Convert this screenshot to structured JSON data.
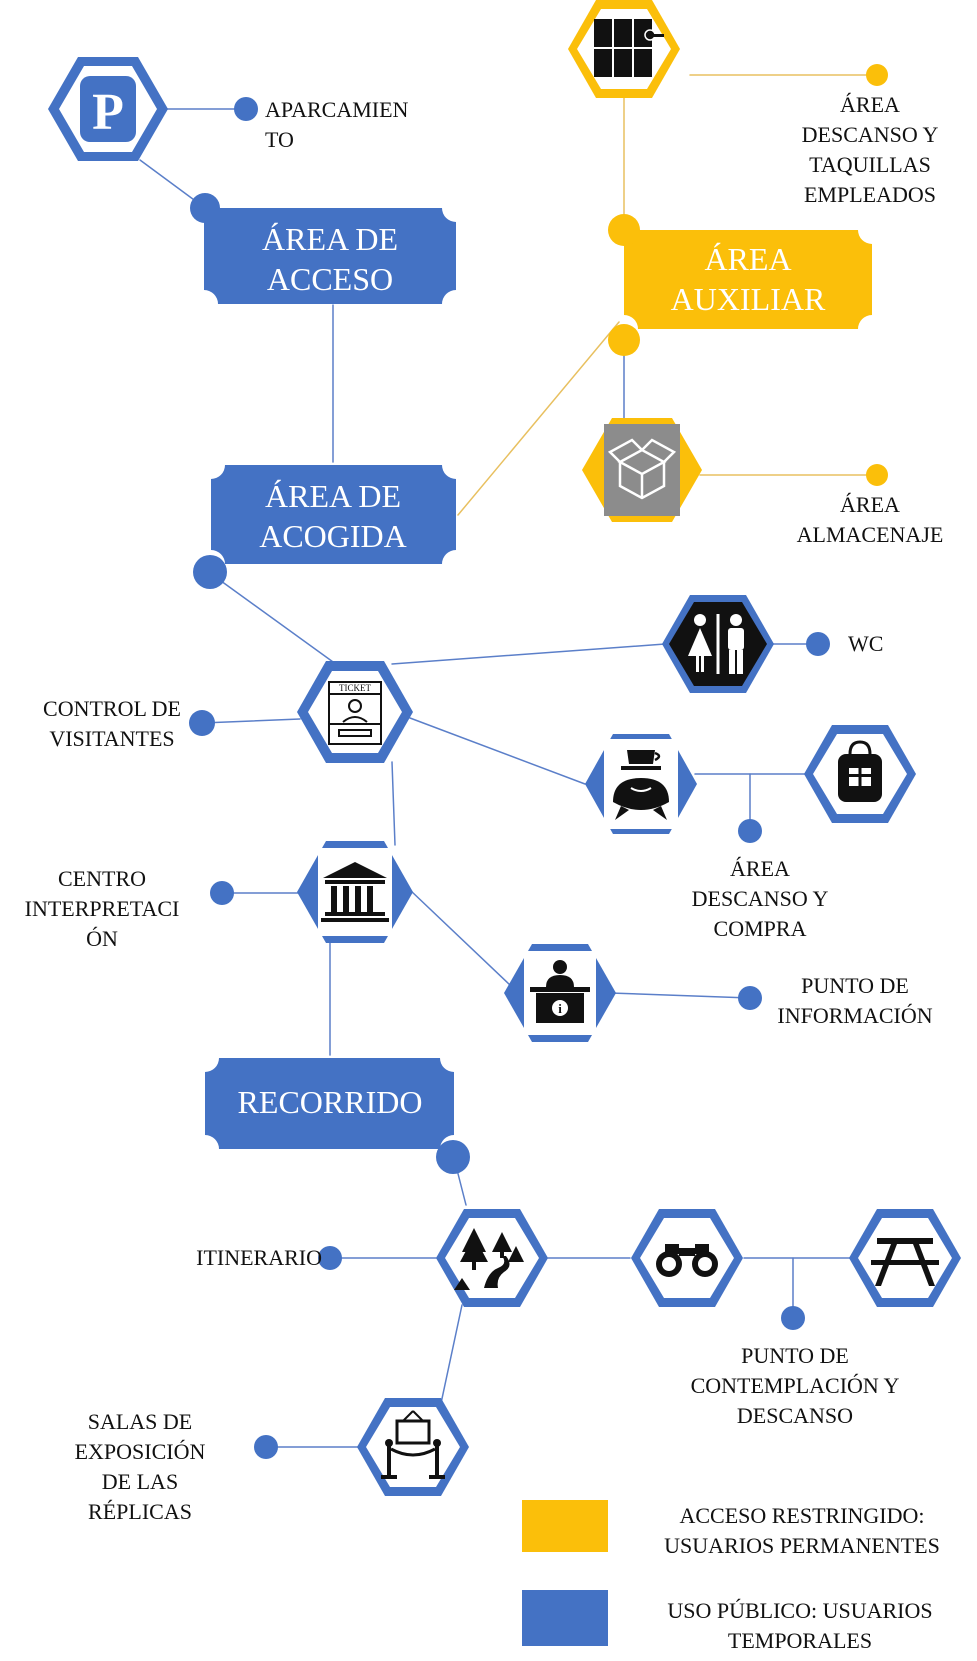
{
  "colors": {
    "blue": "#4472c4",
    "gold": "#fbbf0a",
    "gray": "#888888",
    "line_blue": "#5b7fc9",
    "line_gold": "#e8c060",
    "white": "#ffffff",
    "black": "#111111"
  },
  "areas": {
    "acceso": [
      "ÁREA DE",
      "ACCESO"
    ],
    "acogida": [
      "ÁREA DE",
      "ACOGIDA"
    ],
    "auxiliar": [
      "ÁREA",
      "AUXILIAR"
    ],
    "recorrido": [
      "RECORRIDO"
    ]
  },
  "labels": {
    "aparcamiento": [
      "APARCAMIEN",
      "TO"
    ],
    "taquillas": [
      "ÁREA",
      "DESCANSO Y",
      "TAQUILLAS",
      "EMPLEADOS"
    ],
    "almacenaje": [
      "ÁREA",
      "ALMACENAJE"
    ],
    "wc": [
      "WC"
    ],
    "control": [
      "CONTROL DE",
      "VISITANTES"
    ],
    "descanso_compra": [
      "ÁREA",
      "DESCANSO Y",
      "COMPRA"
    ],
    "centro": [
      "CENTRO",
      "INTERPRETACI",
      "ÓN"
    ],
    "punto_info": [
      "PUNTO DE",
      "INFORMACIÓN"
    ],
    "itinerario": [
      "ITINERARIO"
    ],
    "contemplacion": [
      "PUNTO DE",
      "CONTEMPLACIÓN Y",
      "DESCANSO"
    ],
    "salas": [
      "SALAS DE",
      "EXPOSICIÓN",
      "DE LAS",
      "RÉPLICAS"
    ]
  },
  "icons": {
    "parking": "parking-icon",
    "ticket_text": "TICKET",
    "lockers": "lockers-icon",
    "box": "box-icon",
    "wc": "restroom-icon",
    "cafe": "cafe-icon",
    "shop": "gift-bag-icon",
    "museum": "museum-icon",
    "info": "info-desk-icon",
    "forest": "forest-path-icon",
    "binoculars": "binoculars-icon",
    "picnic": "picnic-table-icon",
    "exhibit": "exhibit-icon"
  },
  "legend": {
    "restricted": [
      "ACCESO RESTRINGIDO:",
      "USUARIOS PERMANENTES"
    ],
    "public": [
      "USO PÚBLICO: USUARIOS",
      "TEMPORALES"
    ]
  }
}
